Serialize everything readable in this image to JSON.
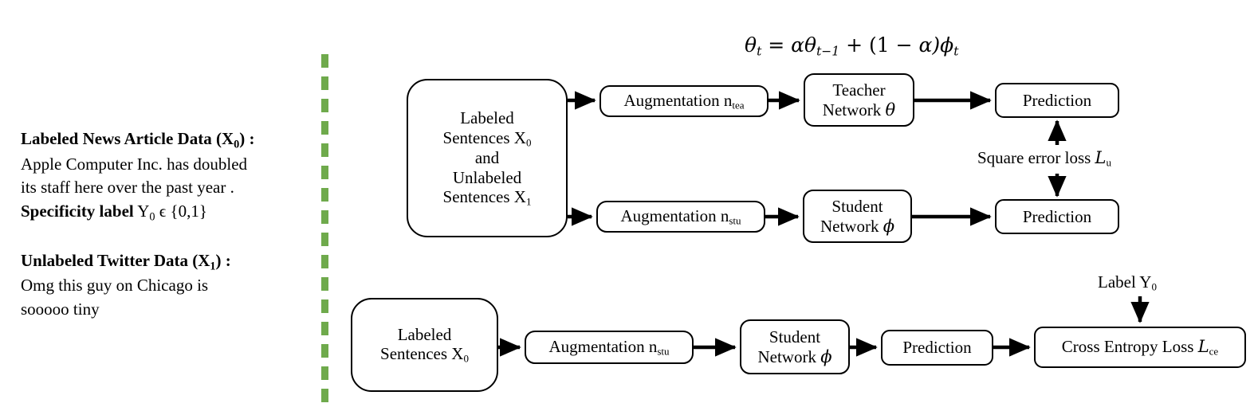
{
  "colors": {
    "divider_green": "#6FAA4C",
    "stroke": "#000000",
    "background": "#FFFFFF"
  },
  "left_panel": {
    "labeled_block": {
      "heading_main": "Labeled News Article Data (X",
      "heading_sub": "0",
      "heading_tail": ") :",
      "line1": "Apple Computer Inc. has doubled",
      "line2": "its staff here over the past year .",
      "label_line_bold": "Specificity label",
      "label_symbol": "Y",
      "label_symbol_sub": "0",
      "label_set": "ϵ {0,1}"
    },
    "unlabeled_block": {
      "heading_main": "Unlabeled Twitter Data (X",
      "heading_sub": "1",
      "heading_tail": ") :",
      "line1": "Omg this guy on Chicago is",
      "line2": "sooooo tiny"
    }
  },
  "equation": {
    "lhs_var": "θ",
    "lhs_sub": "t",
    "eq": " = ",
    "alpha1": "αθ",
    "sub1": "t−1",
    "plus": " + (1 − ",
    "alpha2": "α",
    "close": ")ϕ",
    "sub2": "t",
    "full_text": "θt = αθt−1 + (1 − α)ϕt"
  },
  "top_flow": {
    "source_box": {
      "line1": "Labeled",
      "line2_main": "Sentences X",
      "line2_sub": "0",
      "line3": "and",
      "line4": "Unlabeled",
      "line5_main": "Sentences X",
      "line5_sub": "1"
    },
    "teacher_branch": {
      "augmentation_main": "Augmentation n",
      "augmentation_sub": "tea",
      "network_line1": "Teacher",
      "network_line2": "Network ",
      "network_symbol": "θ",
      "prediction": "Prediction"
    },
    "student_branch": {
      "augmentation_main": "Augmentation n",
      "augmentation_sub": "stu",
      "network_line1": "Student",
      "network_line2": "Network ",
      "network_symbol": "ϕ",
      "prediction": "Prediction"
    },
    "loss_label_main": "Square error loss ",
    "loss_label_symbol": "L",
    "loss_label_sub": "u"
  },
  "bottom_flow": {
    "source_box": {
      "line1": "Labeled",
      "line2_main": "Sentences X",
      "line2_sub": "0"
    },
    "augmentation_main": "Augmentation n",
    "augmentation_sub": "stu",
    "network_line1": "Student",
    "network_line2": "Network ",
    "network_symbol": "ϕ",
    "prediction": "Prediction",
    "loss_box_main": "Cross Entropy Loss ",
    "loss_box_symbol": "L",
    "loss_box_sub": "ce",
    "label_caption_main": "Label Y",
    "label_caption_sub": "0"
  }
}
